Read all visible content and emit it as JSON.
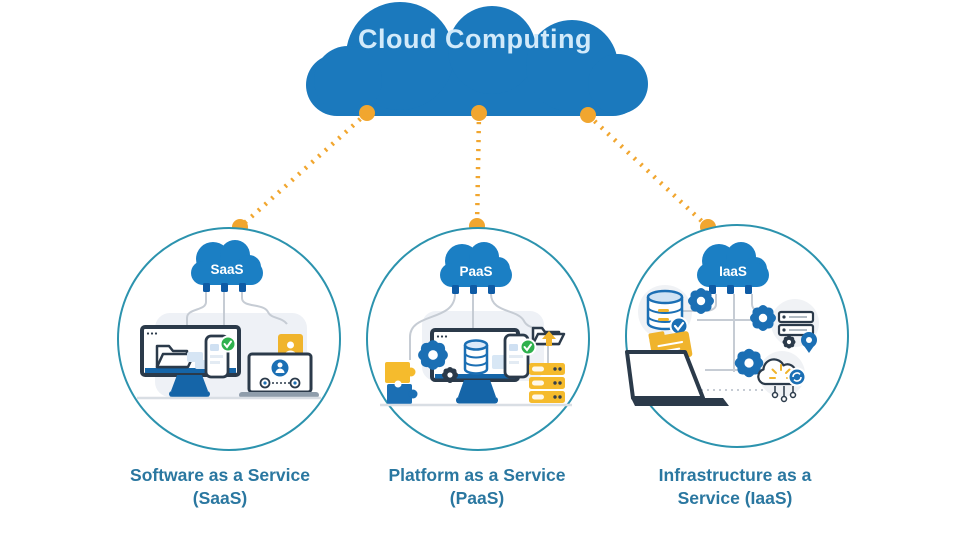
{
  "title": "Cloud Computing",
  "services": [
    {
      "badge": "SaaS",
      "caption_line1": "Software as a Service",
      "caption_line2": "(SaaS)",
      "icons": [
        "cloud-badge",
        "desktop-monitor",
        "open-folder",
        "smartphone",
        "check-badge",
        "secure-document",
        "laptop",
        "share-network"
      ]
    },
    {
      "badge": "PaaS",
      "caption_line1": "Platform as a Service",
      "caption_line2": "(PaaS)",
      "icons": [
        "cloud-badge",
        "desktop-monitor",
        "gears",
        "database",
        "smartphone",
        "check-badge",
        "upload-folder",
        "server-stack",
        "puzzle-pieces"
      ]
    },
    {
      "badge": "IaaS",
      "caption_line1": "Infrastructure as a",
      "caption_line2": "Service (IaaS)",
      "icons": [
        "cloud-badge",
        "database-check",
        "gears",
        "server-rack",
        "location-pin",
        "sync-cloud",
        "network-nodes",
        "clipboard-laptop",
        "folder-document"
      ]
    }
  ],
  "colors": {
    "cloud_blue": "#1b79bd",
    "mini_cloud_blue": "#1b7fc4",
    "stub_blue": "#0e5ba5",
    "accent_orange": "#f1a62f",
    "circle_stroke": "#2c93ae",
    "caption_teal": "#2a77a0",
    "title_text": "#d2eafa",
    "green_check": "#2fb14d",
    "yellow": "#f0b42c",
    "dark_outline": "#2b3a4a",
    "icon_blue": "#1b6fb4",
    "wire_gray": "#c6ccd4",
    "blob_gray": "#eef1f6"
  }
}
